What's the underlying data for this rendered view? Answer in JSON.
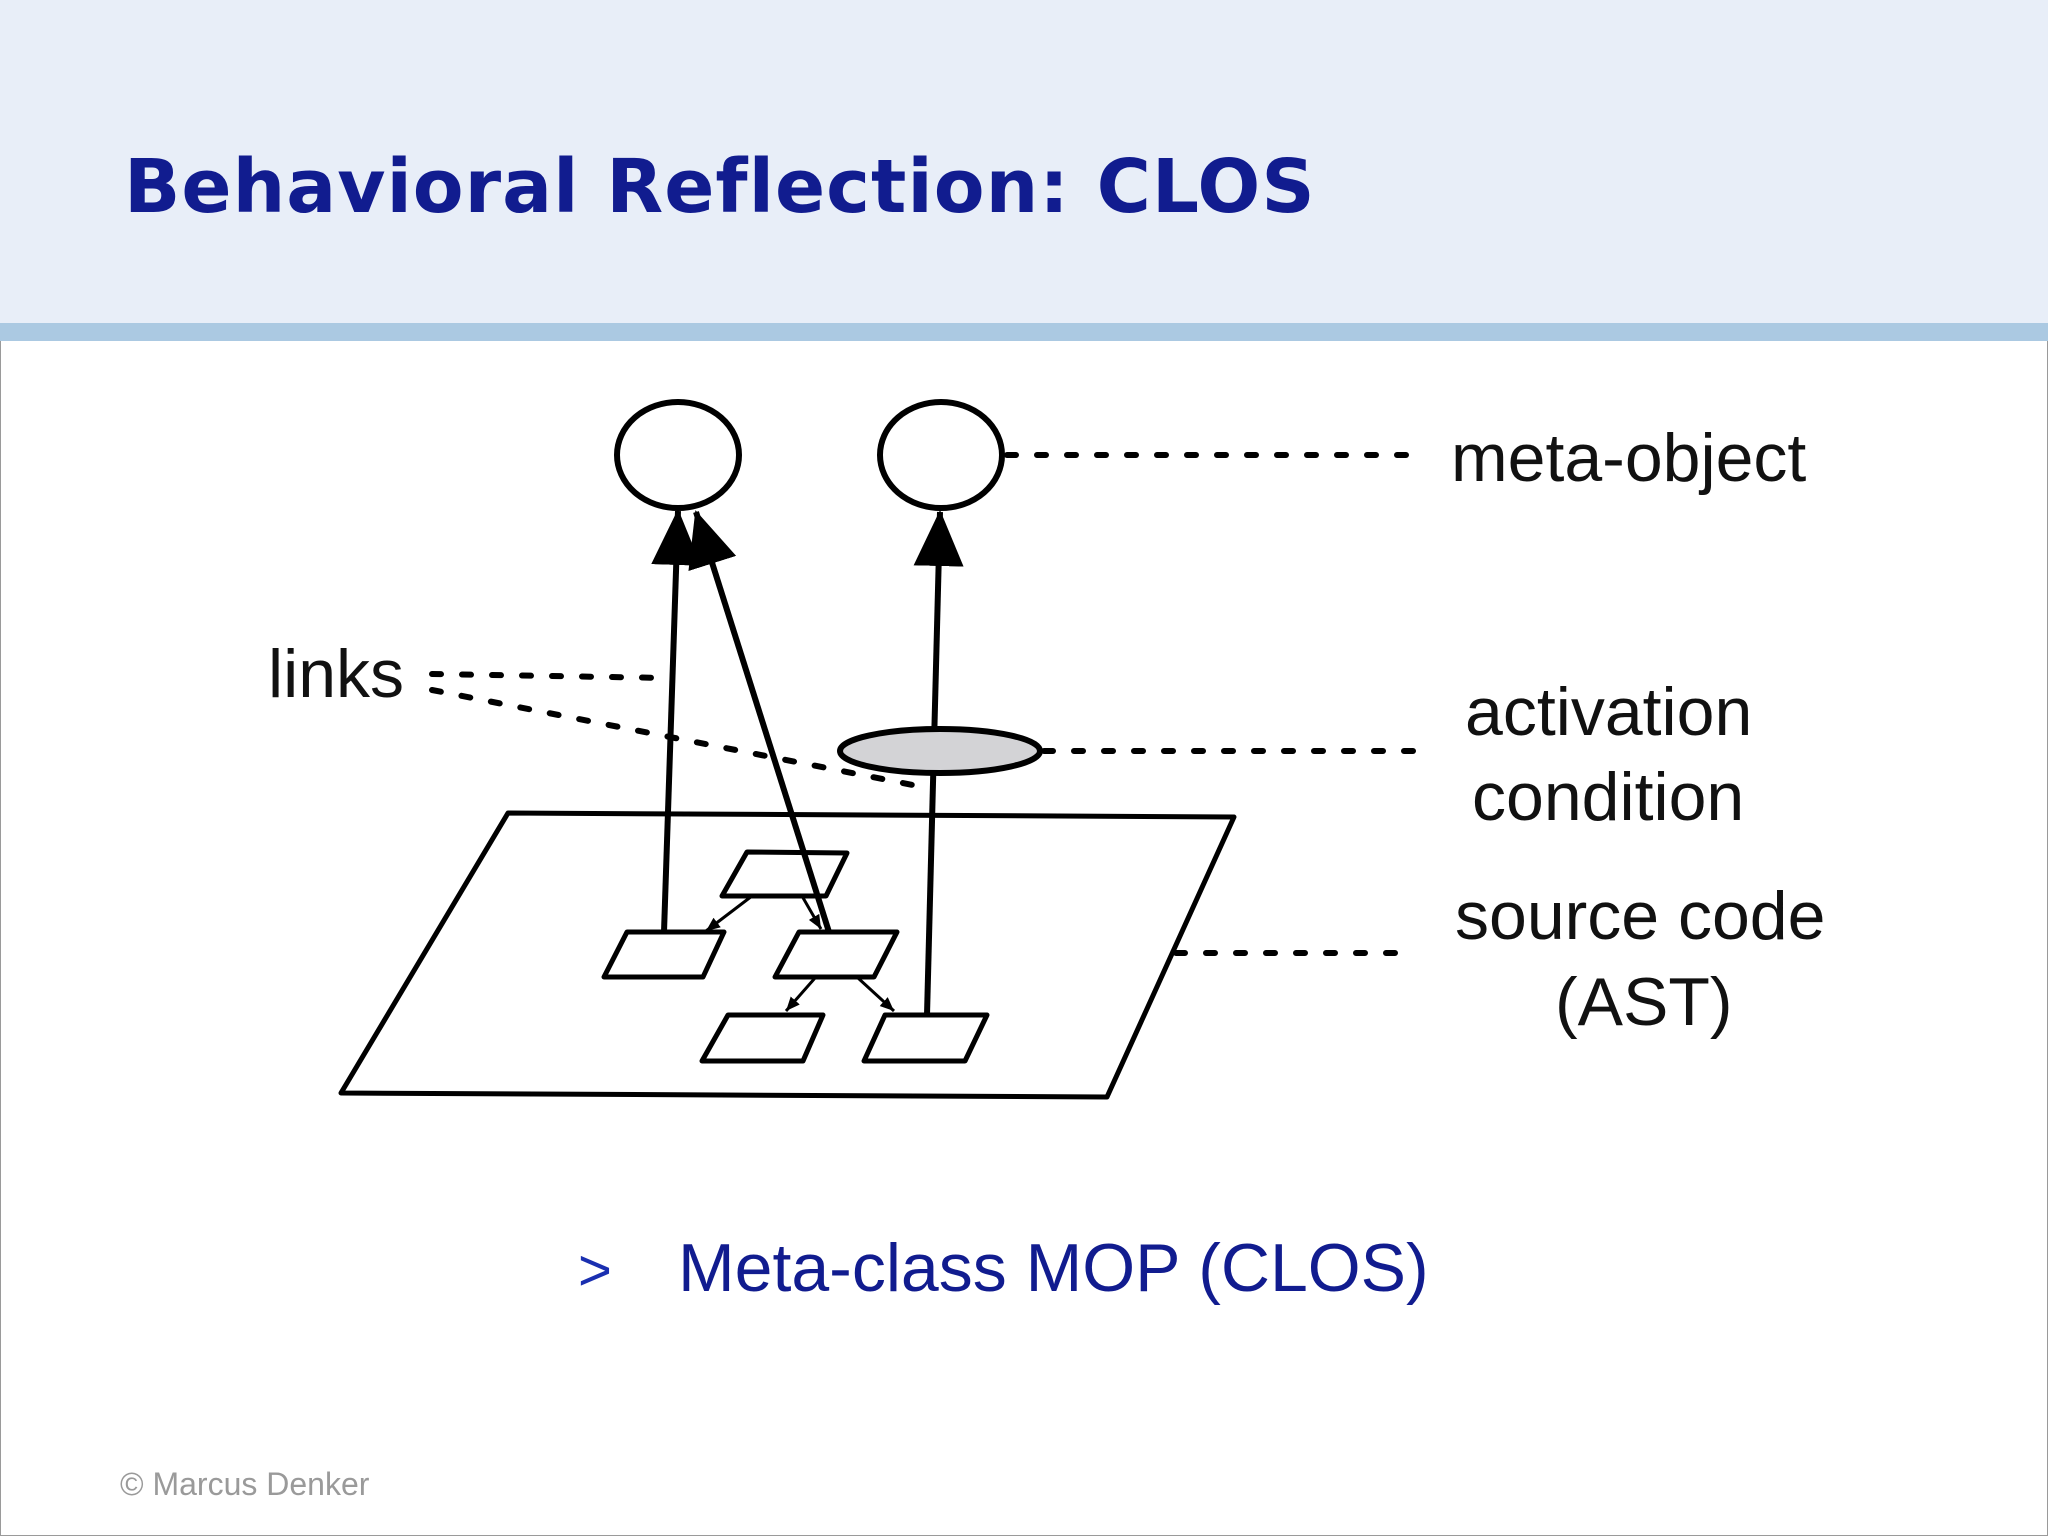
{
  "slide": {
    "title": "Behavioral Reflection: CLOS",
    "bullet_marker": ">",
    "bullet": "Meta-class MOP (CLOS)",
    "footer": "© Marcus Denker"
  },
  "diagram": {
    "labels": {
      "meta_object": "meta-object",
      "links": "links",
      "activation_line1": "activation",
      "activation_line2": "condition",
      "source_line1": "source code",
      "source_line2": "(AST)"
    }
  },
  "colors": {
    "title": "#111c8f",
    "header_bg": "#e8eef8",
    "header_rule": "#abc9e2",
    "activation_fill": "#d3d3d6",
    "footer": "#9a9a9a"
  }
}
